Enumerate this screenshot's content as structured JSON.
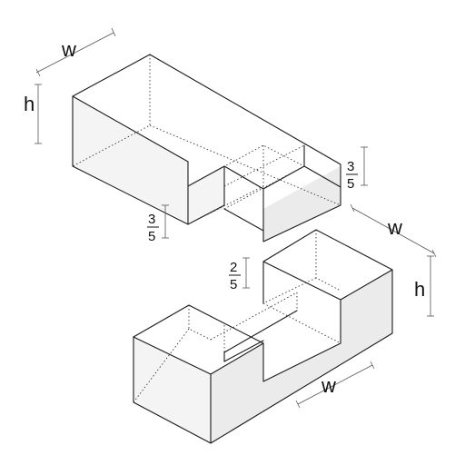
{
  "labels": {
    "top_width": "w",
    "top_height": "h",
    "top_notch_depth_left": {
      "num": "3",
      "den": "5"
    },
    "top_notch_depth_right": {
      "num": "3",
      "den": "5"
    },
    "bottom_width_right": "w",
    "bottom_height": "h",
    "bottom_tenon_depth": {
      "num": "2",
      "den": "5"
    },
    "bottom_width_front": "w"
  },
  "colors": {
    "edge": "#1a1a1a",
    "face_light": "#ffffff",
    "face_mid": "#f4f4f4",
    "face_dark": "#ebebeb"
  }
}
